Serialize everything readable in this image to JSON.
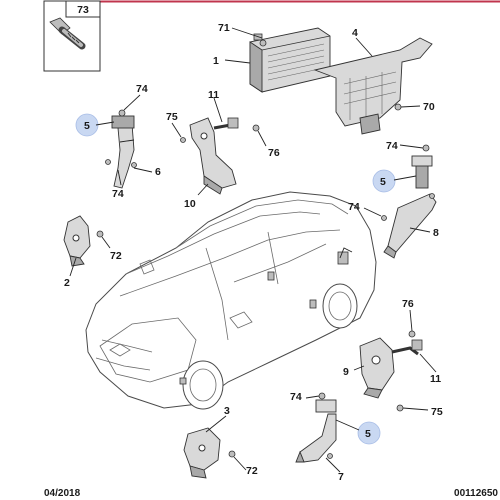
{
  "inset": {
    "number": "73"
  },
  "labels": {
    "l71": "71",
    "l1": "1",
    "l4": "4",
    "l70": "70",
    "l74a": "74",
    "l5a": "5",
    "l74b": "74",
    "l6": "6",
    "l75a": "75",
    "l11a": "11",
    "l76a": "76",
    "l10": "10",
    "l74c": "74",
    "l5b": "5",
    "l74d": "74",
    "l8": "8",
    "l2": "2",
    "l72a": "72",
    "l76b": "76",
    "l9": "9",
    "l11b": "11",
    "l75b": "75",
    "l74e": "74",
    "l5c": "5",
    "l3": "3",
    "l72b": "72",
    "l7": "7"
  },
  "footer": {
    "date": "04/2018",
    "ref": "00112650"
  },
  "colors": {
    "top_rule": "#c0354d",
    "highlight": "#c9d8f2"
  }
}
